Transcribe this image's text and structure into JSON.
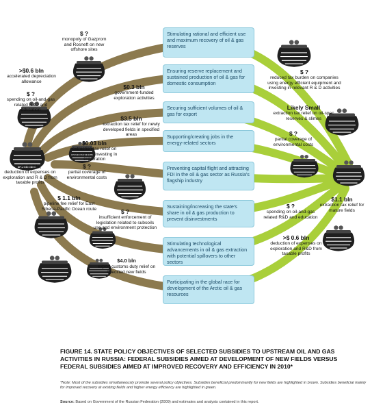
{
  "objectives": [
    "Stimulating rational and efficient use and maximum recovery of oil & gas reserves",
    "Ensuring reserve replacement and sustained production of oil & gas for domestic consumption",
    "Securing sufficient volumes of oil & gas for export",
    "Supporting/creating jobs in the energy-related sectors",
    "Preventing capital flight and attracting FDI in the oil & gas sector as Russia's flagship industry",
    "Sustaining/increasing the state's share in oil & gas production to prevent disinvestments",
    "Stimulating technological advancements in oil & gas extraction with potential spillovers to other sectors",
    "Participating in the global race for development of the Arctic oil & gas resources"
  ],
  "brown_subsidies": [
    {
      "amount": "$ ?",
      "text": "monopoly of Gazprom and Rosneft on new offshore sites"
    },
    {
      "amount": ">$0.6 bln",
      "text": "accelerated depreciation allowance"
    },
    {
      "amount": "$ ?",
      "text": "spending on oil-and-gas related R&D and education"
    },
    {
      "amount": "$0.3 bln",
      "text": "government-funded exploration activities"
    },
    {
      "amount": "$3.5 bln",
      "text": "extraction tax relief for newly developed fields in specified areas"
    },
    {
      "amount": "$0.03 bln",
      "text": "extraction tax relief on companies investing in exploration"
    },
    {
      "amount": ">0.6 bln",
      "text": "deduction of expenses on exploration and R & D from taxable profits"
    },
    {
      "amount": "$ ?",
      "text": "partial coverage of environmental costs"
    },
    {
      "amount": "$ 1.1 bln",
      "text": "pipeline fee relief for East Siberia-Pacific Ocean route"
    },
    {
      "amount": "$ ?",
      "text": "insufficient enforcement of legislation related to subsoils use and environment protection"
    },
    {
      "amount": "$4.0 bln",
      "text": "export customs duty relief on specified new fields"
    }
  ],
  "green_subsidies": [
    {
      "amount": "$ ?",
      "text": "reduced tax burden on companies using energy efficient equipment and investing in relevant R & D activities"
    },
    {
      "amount": "Likely Small",
      "text": "extraction tax relief on oil-spec reserves & slimes"
    },
    {
      "amount": "$ ?",
      "text": "partial coverage of environmental costs"
    },
    {
      "amount": "$ ?",
      "text": "spending on oil-and-gas related R&D and education"
    },
    {
      "amount": "$1.1 bln",
      "text": "extraction tax relief for mature fields"
    },
    {
      "amount": ">$ 0.6 bln",
      "text": "deduction of expenses on exploration and R&D from taxable profits"
    }
  ],
  "caption": "FIGURE 14. STATE POLICY OBJECTIVES OF SELECTED SUBSIDIES TO UPSTREAM OIL AND GAS ACTIVITIES IN RUSSIA: FEDERAL SUBSIDIES AIMED AT DEVELOPMENT OF NEW FIELDS VERSUS FEDERAL SUBSIDIES AIMED AT IMPROVED RECOVERY AND EFFICIENCY IN 2010*",
  "note": "*Note: Most of the subsidies simultaneously promote several policy objectives. Subsidies beneficial predominantly for new fields are highlighted in brown. Subsidies beneficial mainly for improved recovery at existing fields and higher energy efficiency are highlighted in green.",
  "source_label": "Source:",
  "source_text": "Based on Government of the Russian Federation (2009) and estimates and analysis contained in this report.",
  "colors": {
    "brown_band": "#8c7a4f",
    "green_band": "#a9cf3a",
    "objective_box": "#bfe6f2",
    "purse": "#1f1f1f"
  }
}
